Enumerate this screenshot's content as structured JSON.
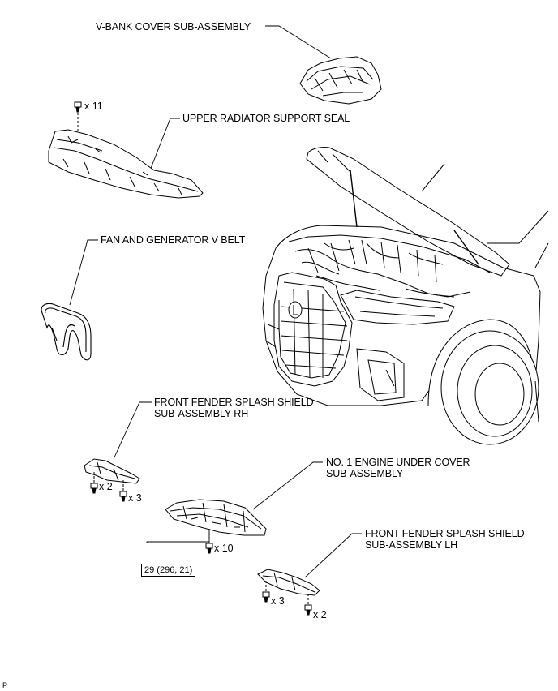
{
  "labels": {
    "vbank": "V-BANK COVER SUB-ASSEMBLY",
    "seal": "UPPER RADIATOR SUPPORT SEAL",
    "belt": "FAN AND GENERATOR V BELT",
    "rh_line1": "FRONT FENDER SPLASH SHIELD",
    "rh_line2": "SUB-ASSEMBLY RH",
    "under_line1": "NO. 1 ENGINE UNDER COVER",
    "under_line2": "SUB-ASSEMBLY",
    "lh_line1": "FRONT FENDER SPLASH SHIELD",
    "lh_line2": "SUB-ASSEMBLY LH"
  },
  "quantities": {
    "seal_clips": "x 11",
    "rh_a": "x 2",
    "rh_b": "x 3",
    "under_bolts": "x 10",
    "lh_a": "x 3",
    "lh_b": "x 2"
  },
  "torque": "29 (296, 21)",
  "figure_code": "P"
}
